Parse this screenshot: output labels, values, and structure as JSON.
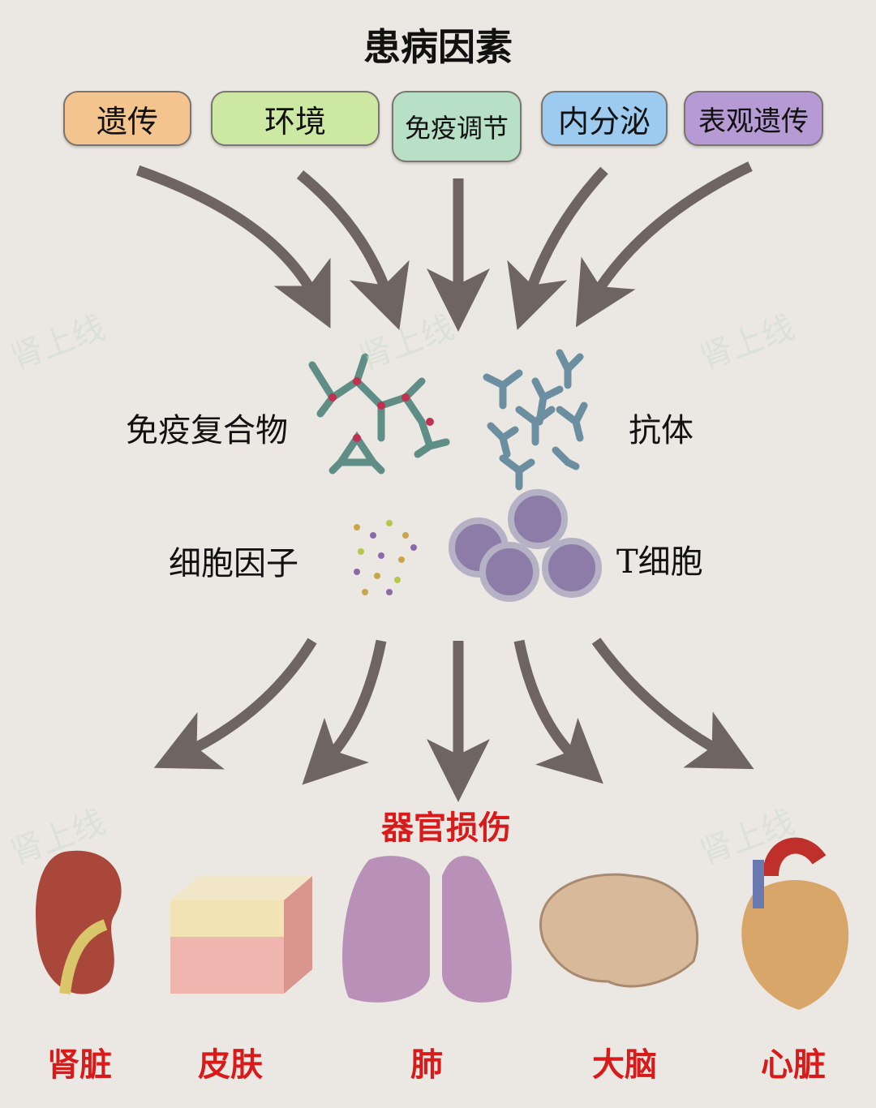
{
  "title": "患病因素",
  "watermark": "肾上线",
  "factors": [
    {
      "label": "遗传",
      "color": "#f3c48e"
    },
    {
      "label": "环境",
      "color": "#cde8a2"
    },
    {
      "label": "免疫调节",
      "color": "#b7e0c6"
    },
    {
      "label": "内分泌",
      "color": "#9ccbef"
    },
    {
      "label": "表观遗传",
      "color": "#b59ad3"
    }
  ],
  "mediators": {
    "immune_complex": "免疫复合物",
    "antibody": "抗体",
    "cytokine": "细胞因子",
    "t_cell": "T细胞"
  },
  "damage_title": "器官损伤",
  "organs": [
    {
      "label": "肾脏"
    },
    {
      "label": "皮肤"
    },
    {
      "label": "肺"
    },
    {
      "label": "大脑"
    },
    {
      "label": "心脏"
    }
  ]
}
